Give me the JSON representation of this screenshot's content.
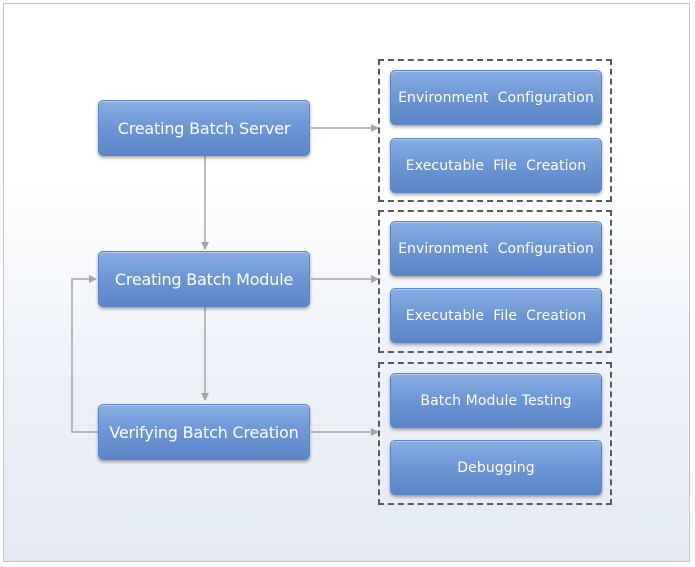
{
  "main_steps": [
    {
      "label": "Creating Batch Server"
    },
    {
      "label": "Creating Batch Module"
    },
    {
      "label": "Verifying Batch Creation"
    }
  ],
  "groups": [
    {
      "items": [
        {
          "label": "Environment  Configuration"
        },
        {
          "label": "Executable  File  Creation"
        }
      ]
    },
    {
      "items": [
        {
          "label": "Environment  Configuration"
        },
        {
          "label": "Executable  File  Creation"
        }
      ]
    },
    {
      "items": [
        {
          "label": "Batch Module Testing"
        },
        {
          "label": "Debugging"
        }
      ]
    }
  ],
  "colors": {
    "box_fill": "#6d98d6",
    "box_border": "#5b86c4",
    "arrow": "#a6a6a6",
    "group_border": "#5a5a5a"
  }
}
